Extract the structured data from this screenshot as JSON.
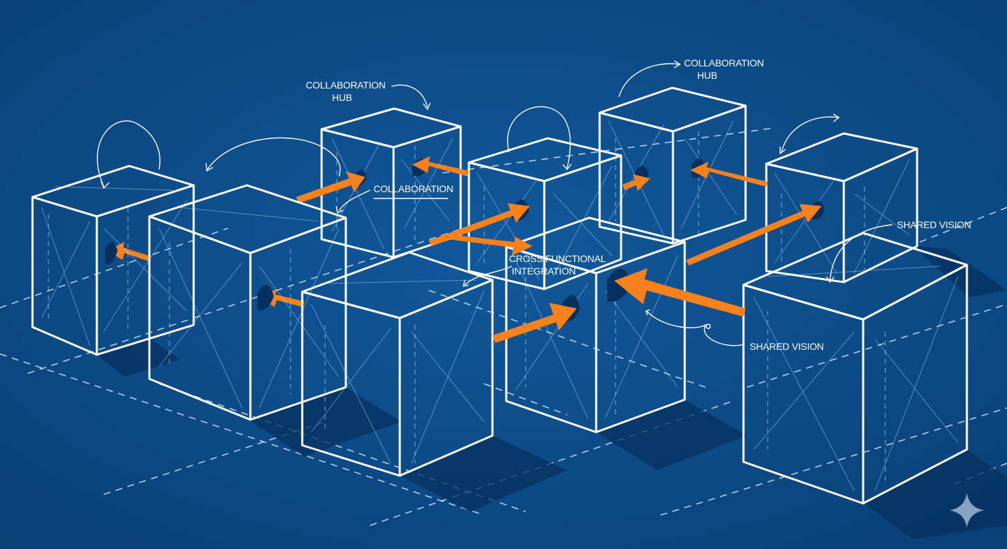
{
  "diagram": {
    "nodes": [
      {
        "id": "block-1"
      },
      {
        "id": "block-2"
      },
      {
        "id": "block-3"
      },
      {
        "id": "block-4"
      },
      {
        "id": "block-5"
      },
      {
        "id": "block-6"
      },
      {
        "id": "block-7"
      },
      {
        "id": "block-8"
      },
      {
        "id": "block-9"
      }
    ],
    "labels": {
      "collaboration_hub_left": [
        "COLLABORATION",
        "HUB"
      ],
      "collaboration_hub_right": [
        "COLLABORATION",
        "HUB"
      ],
      "collaboration": "COLLABORATION",
      "cross_functional": [
        "CROSS FUNCTIONAL",
        "INTEGRATION"
      ],
      "shared_vision_right": "SHARED VISION",
      "shared_vision_lower": "SHARED VISION"
    },
    "colors": {
      "background": "#0c4a86",
      "cube_front": "#1a6fb3",
      "cube_top": "#2a87cc",
      "cube_side": "#14589a",
      "arrow": "#f7811c",
      "line": "#ffffff"
    },
    "icons": [
      "sparkle-icon"
    ]
  }
}
